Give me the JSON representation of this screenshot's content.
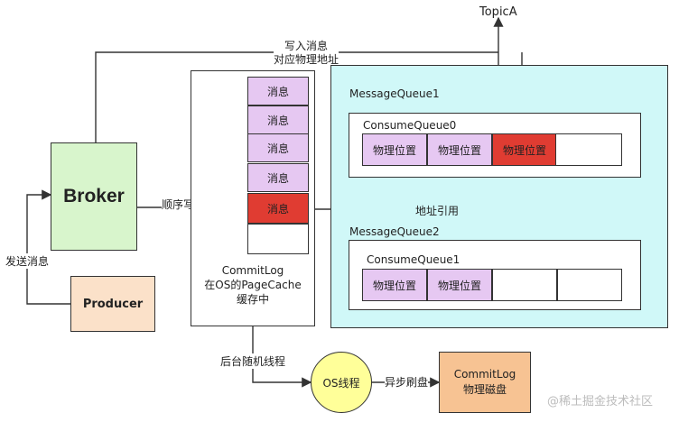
{
  "topic": "TopicA",
  "write_msg_label_1": "写入消息",
  "write_msg_label_2": "对应物理地址",
  "broker": "Broker",
  "producer": "Producer",
  "send_msg": "发送消息",
  "seq_write": "顺序写入消息",
  "commitlog_cells": [
    "消息",
    "消息",
    "消息",
    "消息",
    "消息"
  ],
  "commitlog_caption": [
    "CommitLog",
    "在OS的PageCache",
    "缓存中"
  ],
  "mq1": {
    "title": "MessageQueue1",
    "cq_title": "ConsumeQueue0",
    "cells": [
      "物理位置",
      "物理位置",
      "物理位置"
    ]
  },
  "mq2": {
    "title": "MessageQueue2",
    "cq_title": "ConsumeQueue1",
    "cells": [
      "物理位置",
      "物理位置"
    ]
  },
  "addr_ref": "地址引用",
  "bg_thread": "后台随机线程",
  "os_thread": "OS线程",
  "async_flush": "异步刷盘",
  "disk": [
    "CommitLog",
    "物理磁盘"
  ],
  "watermark": "@稀土掘金技术社区",
  "colors": {
    "broker": "#d8f5cc",
    "producer": "#fbe1c9",
    "msg": "#e6c8f2",
    "highlight": "#e03c32",
    "mq_bg": "#d0f8f8",
    "os": "#ffff99",
    "disk": "#f7c393"
  }
}
